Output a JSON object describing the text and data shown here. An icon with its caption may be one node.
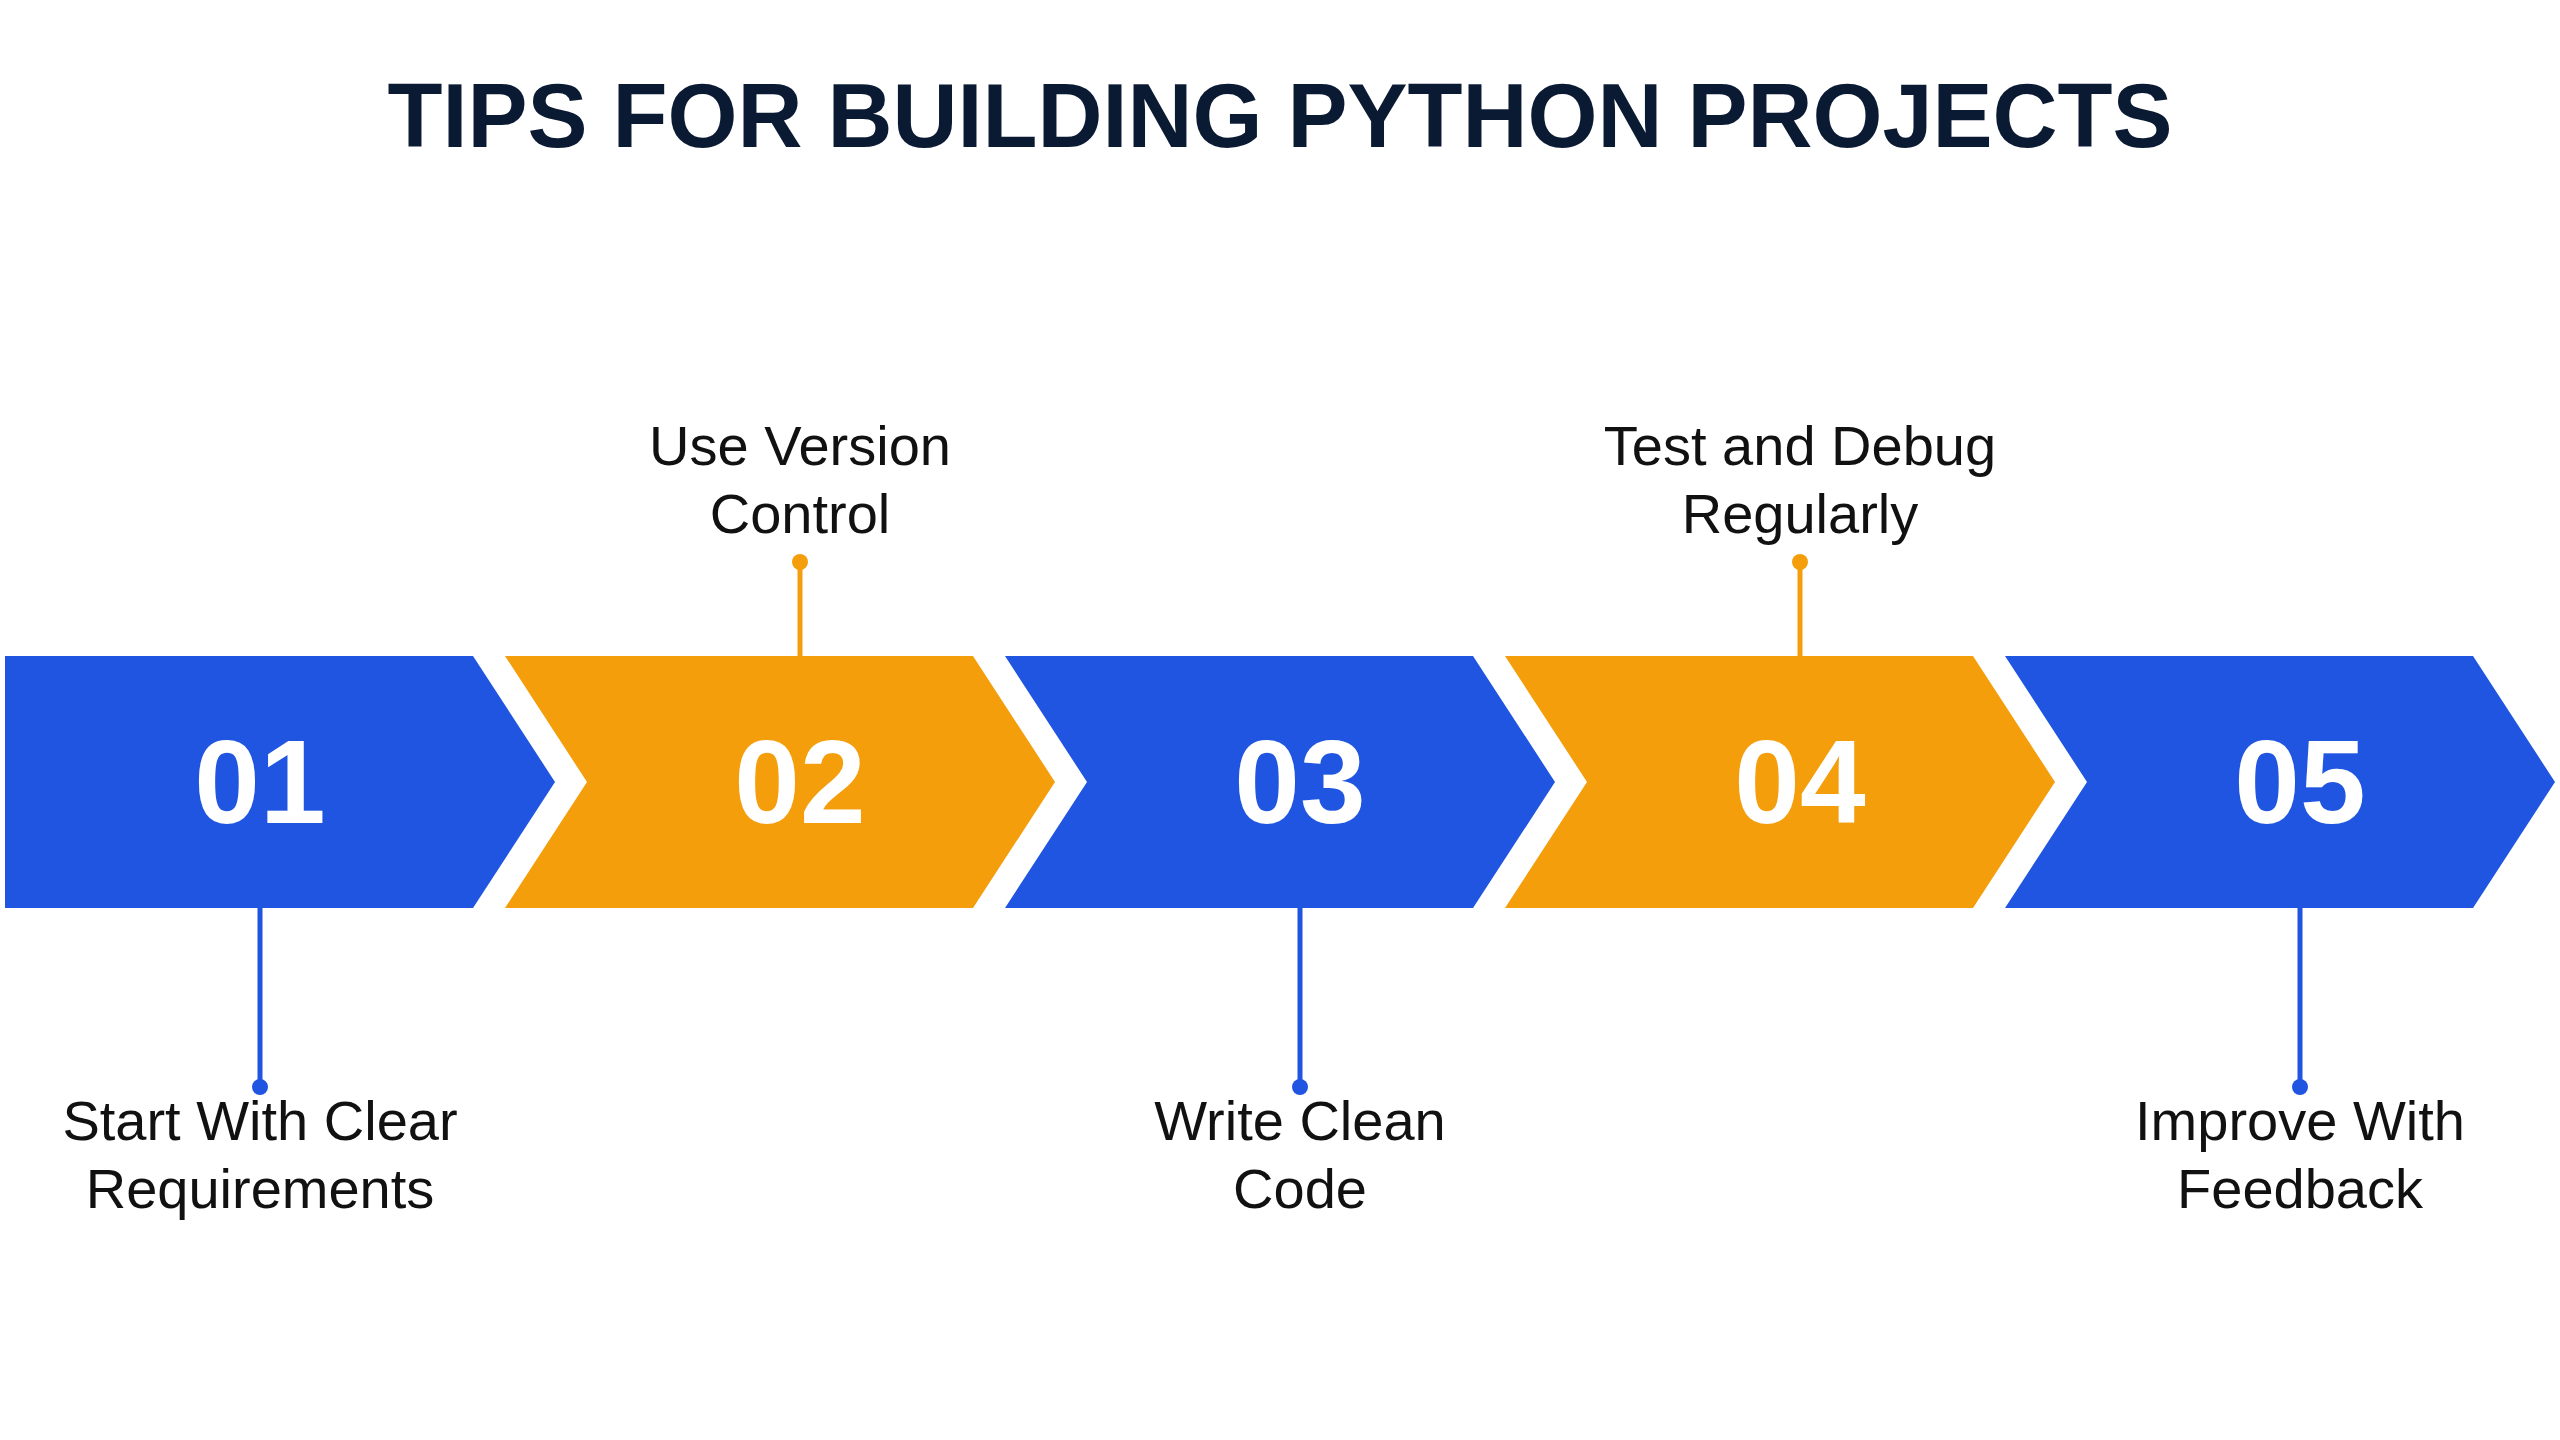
{
  "diagram": {
    "title": "TIPS FOR BUILDING PYTHON PROJECTS",
    "nodes": [
      {
        "text": [
          "01"
        ]
      },
      {
        "text": [
          "02"
        ]
      },
      {
        "text": [
          "03"
        ]
      },
      {
        "text": [
          "04"
        ]
      },
      {
        "text": [
          "05"
        ]
      },
      {
        "text": [
          "Start With Clear Requirements"
        ]
      },
      {
        "text": [
          "Use Version Control"
        ]
      },
      {
        "text": [
          "Write Clean Code"
        ]
      },
      {
        "text": [
          "Test and Debug Regularly"
        ]
      },
      {
        "text": [
          "Improve With Feedback"
        ]
      }
    ],
    "edges": [
      {
        "from": 0,
        "to": 5,
        "arrow": "other"
      },
      {
        "from": 1,
        "to": 6,
        "arrow": "other",
        "color": "#f59e0b"
      },
      {
        "from": 2,
        "to": 7,
        "arrow": "other"
      },
      {
        "from": 3,
        "to": 8,
        "arrow": "other",
        "color": "#f59e0b"
      },
      {
        "from": 4,
        "to": 9,
        "arrow": "other"
      }
    ]
  }
}
